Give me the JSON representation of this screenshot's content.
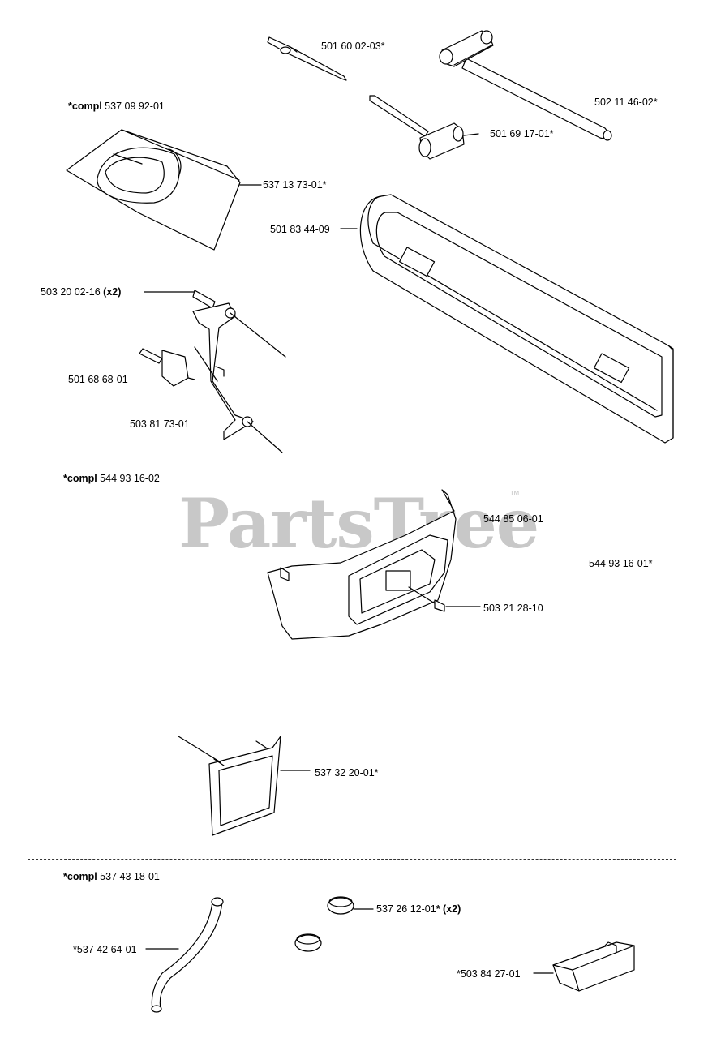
{
  "watermark": {
    "brand": "PartsTree",
    "tm": "™"
  },
  "labels": {
    "p501600203": "501 60 02-03*",
    "p502114602": "502 11 46-02*",
    "kit1_prefix": "*compl",
    "kit1_number": "537 09 92-01",
    "p501691701": "501 69 17-01*",
    "p537137301": "537 13 73-01*",
    "p501834409": "501 83 44-09",
    "p503200216": "503 20 02-16",
    "p503200216_qty": "(x2)",
    "p501686801": "501 68 68-01",
    "p503817301": "503 81 73-01",
    "kit2_prefix": "*compl",
    "kit2_number": "544 93 16-02",
    "p544850601": "544 85 06-01",
    "p544931601": "544 93 16-01*",
    "p503212810": "503 21 28-10",
    "p537322001": "537 32 20-01*",
    "kit3_prefix": "*compl",
    "kit3_number": "537 43 18-01",
    "p537261201": "537 26 12-01",
    "p537261201_star": "*",
    "p537261201_qty": "(x2)",
    "p537426401": "*537 42 64-01",
    "p503842701": "*503 84 27-01"
  }
}
